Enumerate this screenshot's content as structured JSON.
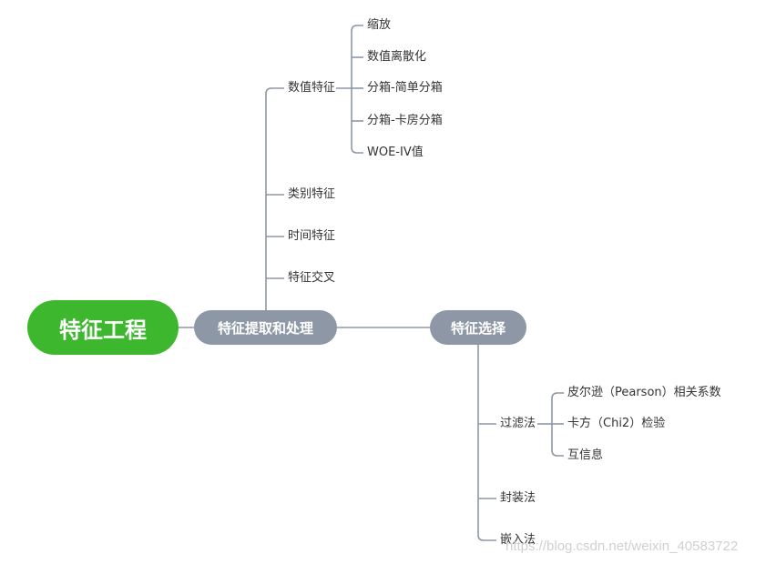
{
  "root": {
    "label": "特征工程"
  },
  "branches": {
    "extraction": {
      "label": "特征提取和处理",
      "children": [
        {
          "label": "数值特征",
          "children": [
            "缩放",
            "数值离散化",
            "分箱-简单分箱",
            "分箱-卡房分箱",
            "WOE-IV值"
          ]
        },
        {
          "label": "类别特征"
        },
        {
          "label": "时间特征"
        },
        {
          "label": "特征交叉"
        }
      ]
    },
    "selection": {
      "label": "特征选择",
      "children": [
        {
          "label": "过滤法",
          "children": [
            "皮尔逊（Pearson）相关系数",
            "卡方（Chi2）检验",
            "互信息"
          ]
        },
        {
          "label": "封装法"
        },
        {
          "label": "嵌入法"
        }
      ]
    }
  },
  "watermark": "https://blog.csdn.net/weixin_40583722",
  "colors": {
    "root": "#3db82e",
    "node": "#8e97a5",
    "connector": "#8e97a5",
    "text": "#333333"
  }
}
